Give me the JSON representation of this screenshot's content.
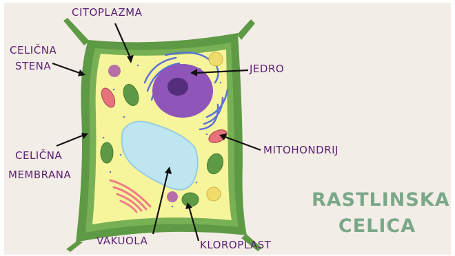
{
  "title": {
    "line1": "RASTLINSKA",
    "line2": "CELICA"
  },
  "labels": {
    "citoplazma": "CITOPLAZMA",
    "celicna_stena_1": "CELIČNA",
    "celicna_stena_2": "STENA",
    "jedro": "JEDRO",
    "mitohondrij": "MITOHONDRIJ",
    "celicna_membrana_1": "CELIČNA",
    "celicna_membrana_2": "MEMBRANA",
    "vakuola": "VAKUOLA",
    "kloroplast": "KLOROPLAST"
  },
  "colors": {
    "background": "#f3ede7",
    "cell_wall": "#5e9a45",
    "membrane": "#78b155",
    "cytoplasm": "#f7f59c",
    "nucleus": "#8f55b8",
    "nucleolus": "#542e7c",
    "vacuole": "#bfe5f0",
    "chloroplast": "#5e9a45",
    "mitochondrion": "#e7717c",
    "golgi": "#ef7d86",
    "er": "#5b73d6",
    "label_text": "#5b1f73",
    "title_text": "#7aa889"
  }
}
